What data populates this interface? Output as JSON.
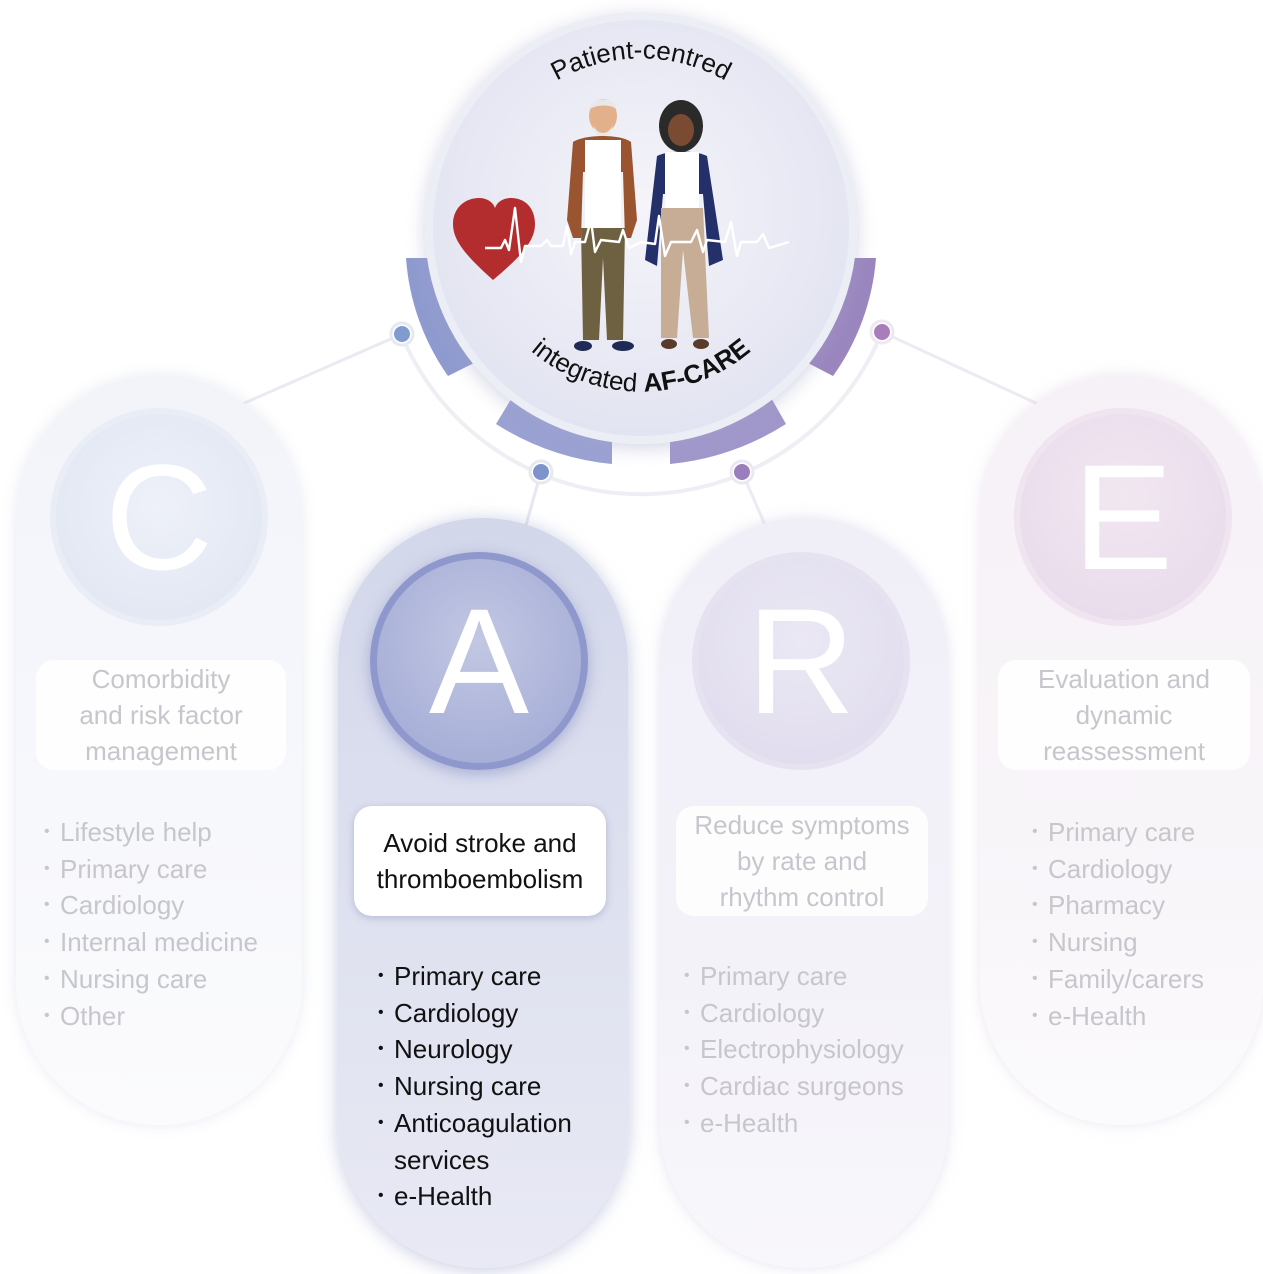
{
  "header": {
    "arc_top": "Patient-centred",
    "arc_bottom_prefix": "integrated ",
    "arc_bottom_bold": "AF-CARE"
  },
  "pillars": [
    {
      "letter": "C",
      "title_lines": [
        "Comorbidity",
        "and risk factor",
        "management"
      ],
      "items": [
        "Lifestyle help",
        "Primary care",
        "Cardiology",
        "Internal medicine",
        "Nursing care",
        "Other"
      ]
    },
    {
      "letter": "A",
      "title_lines": [
        "Avoid stroke and",
        "thromboembolism"
      ],
      "items": [
        "Primary care",
        "Cardiology",
        "Neurology",
        "Nursing care",
        "Anticoagulation services",
        "e-Health"
      ]
    },
    {
      "letter": "R",
      "title_lines": [
        "Reduce symptoms",
        "by rate and",
        "rhythm control"
      ],
      "items": [
        "Primary care",
        "Cardiology",
        "Electrophysiology",
        "Cardiac surgeons",
        "e-Health"
      ]
    },
    {
      "letter": "E",
      "title_lines": [
        "Evaluation and",
        "dynamic",
        "reassessment"
      ],
      "items": [
        "Primary care",
        "Cardiology",
        "Pharmacy",
        "Nursing",
        "Family/carers",
        "e-Health"
      ]
    }
  ],
  "colors": {
    "arc_blue": "#8f9bcf",
    "arc_purple": "#9b86bf",
    "dot_blue": "#7f9bd0",
    "dot_purple": "#a77dbb",
    "heart": "#b42d2e",
    "highlight_text": "#111111",
    "faded_text": "#c6c6cc"
  }
}
